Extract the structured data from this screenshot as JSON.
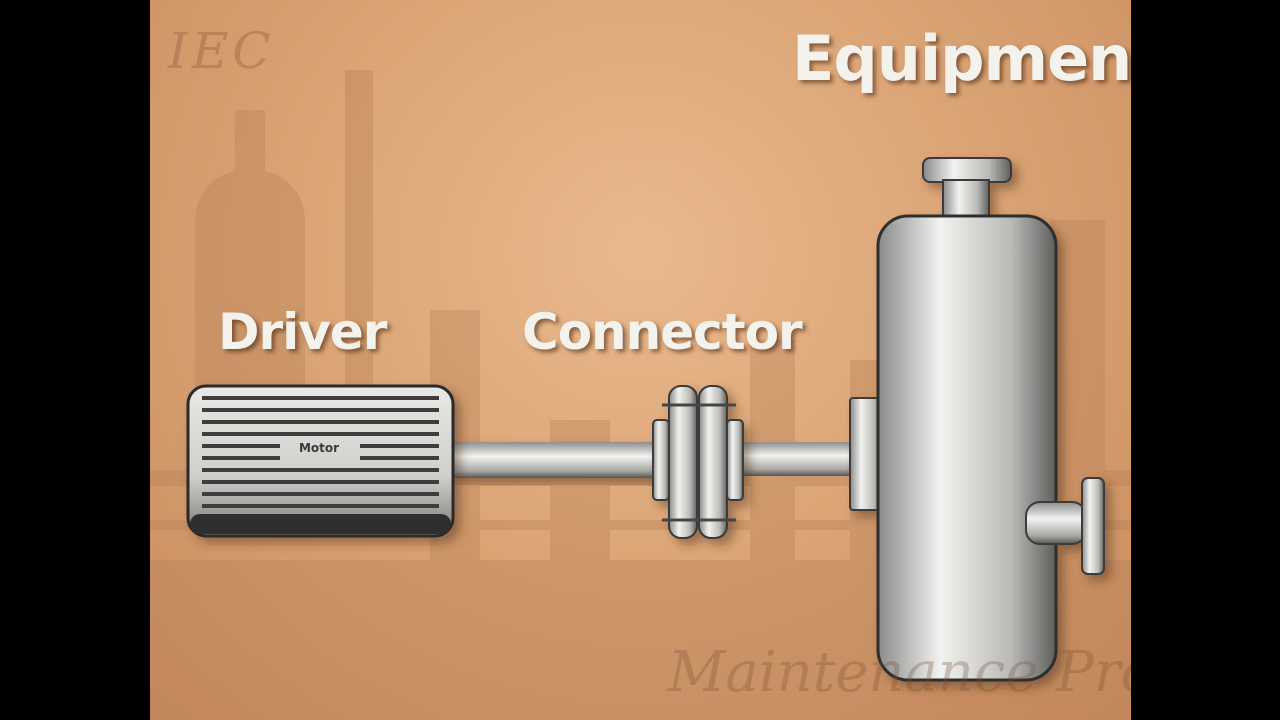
{
  "labels": {
    "equipment": "Equipment",
    "driver": "Driver",
    "connector": "Connector",
    "motor": "Motor"
  },
  "watermarks": {
    "top_left": "IEC",
    "bottom_right": "Maintenance Pro"
  },
  "colors": {
    "background": "#dca677",
    "metal_light": "#f0f0ee",
    "metal_dark": "#3a3a3a",
    "label_text": "#f4f2ec"
  }
}
